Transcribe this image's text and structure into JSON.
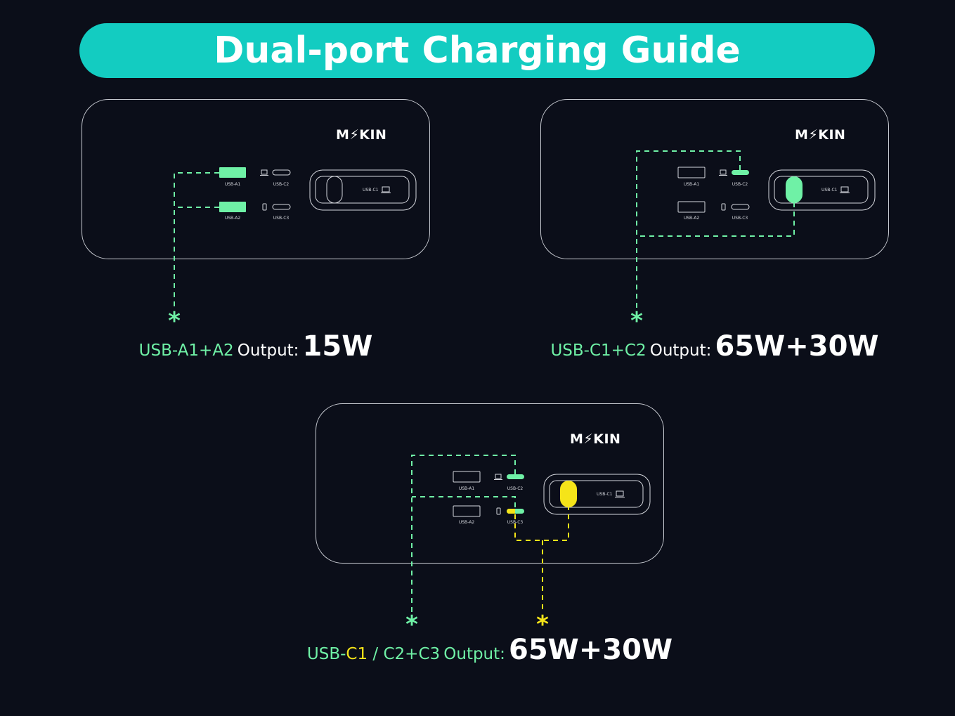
{
  "header": {
    "title": "Dual-port Charging Guide"
  },
  "colors": {
    "accent_teal": "#13ccc1",
    "active_green": "#6ff1a6",
    "active_yellow": "#f5e419",
    "background": "#0b0e19"
  },
  "brand": "M⚡KIN",
  "ports": {
    "a1": "USB-A1",
    "a2": "USB-A2",
    "c1": "USB-C1",
    "c2": "USB-C2",
    "c3": "USB-C3"
  },
  "icons": {
    "laptop": "laptop-icon",
    "phone": "phone-icon",
    "marker": "asterisk-icon"
  },
  "marker": "*",
  "panels": [
    {
      "id": "a1-a2",
      "caption": {
        "ports": "USB-A1+A2",
        "output_label": "Output:",
        "watts": "15W"
      }
    },
    {
      "id": "c1-c2",
      "caption": {
        "ports": "USB-C1+C2",
        "output_label": "Output:",
        "watts": "65W+30W"
      }
    },
    {
      "id": "c1-c2-c3",
      "caption": {
        "prefix": "USB-",
        "c1": "C1",
        "slash": " / ",
        "rest": "C2+C3",
        "output_label": "Output:",
        "watts": "65W+30W"
      }
    }
  ]
}
